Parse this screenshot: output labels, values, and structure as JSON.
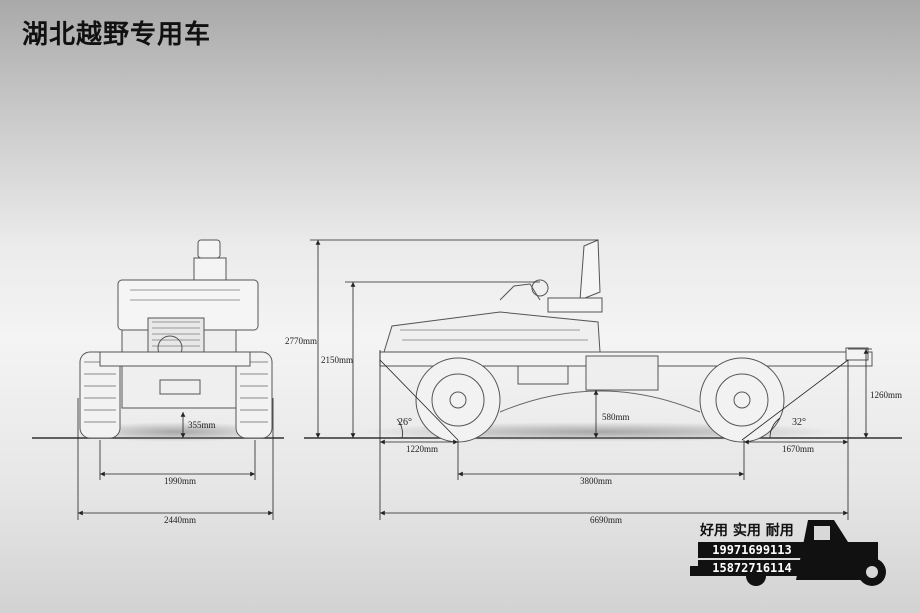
{
  "title": "湖北越野专用车",
  "dimensions": {
    "front_ground_clearance": "355mm",
    "front_track": "1990mm",
    "front_overall_width": "2440mm",
    "overall_height": "2770mm",
    "cab_height": "2150mm",
    "rear_frame_height": "1260mm",
    "underbody_clearance": "580mm",
    "approach_angle": "26°",
    "departure_angle": "32°",
    "front_overhang": "1220mm",
    "wheelbase": "3800mm",
    "rear_overhang": "1670mm",
    "overall_length": "6690mm"
  },
  "badge": {
    "slogan": "好用 实用 耐用",
    "phones": [
      "19971699113",
      "15872716114"
    ]
  }
}
